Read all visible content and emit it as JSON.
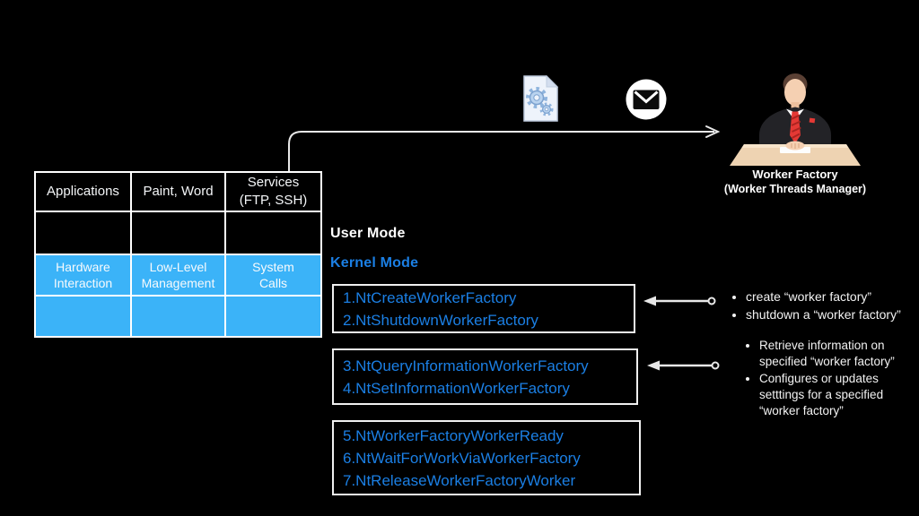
{
  "table": {
    "header": [
      "Applications",
      "Paint, Word",
      "Services\n(FTP, SSH)"
    ],
    "kernel_row": [
      "Hardware\nInteraction",
      "Low-Level\nManagement",
      "System\nCalls"
    ]
  },
  "modes": {
    "user": "User Mode",
    "kernel": "Kernel Mode"
  },
  "syscall_groups": [
    {
      "items": [
        "1.NtCreateWorkerFactory",
        "2.NtShutdownWorkerFactory"
      ]
    },
    {
      "items": [
        "3.NtQueryInformationWorkerFactory",
        "4.NtSetInformationWorkerFactory"
      ]
    },
    {
      "items": [
        "5.NtWorkerFactoryWorkerReady",
        "6.NtWaitForWorkViaWorkerFactory",
        "7.NtReleaseWorkerFactoryWorker"
      ]
    }
  ],
  "notes": [
    {
      "bullets": [
        "create “worker factory”",
        "shutdown a “worker factory”"
      ]
    },
    {
      "bullets": [
        "Retrieve information on specified “worker factory”",
        "Configures or updates setttings for a specified “worker factory”"
      ]
    }
  ],
  "worker_factory": {
    "title": "Worker Factory",
    "subtitle": "(Worker Threads Manager)"
  },
  "icons": {
    "document": "gear-document-icon",
    "mail": "envelope-icon",
    "person": "worker-factory-manager-figure"
  },
  "colors": {
    "background": "#000000",
    "cell_blue": "#3BB3F8",
    "text_blue": "#1B7FE4",
    "line_white": "#E8E8E8"
  }
}
